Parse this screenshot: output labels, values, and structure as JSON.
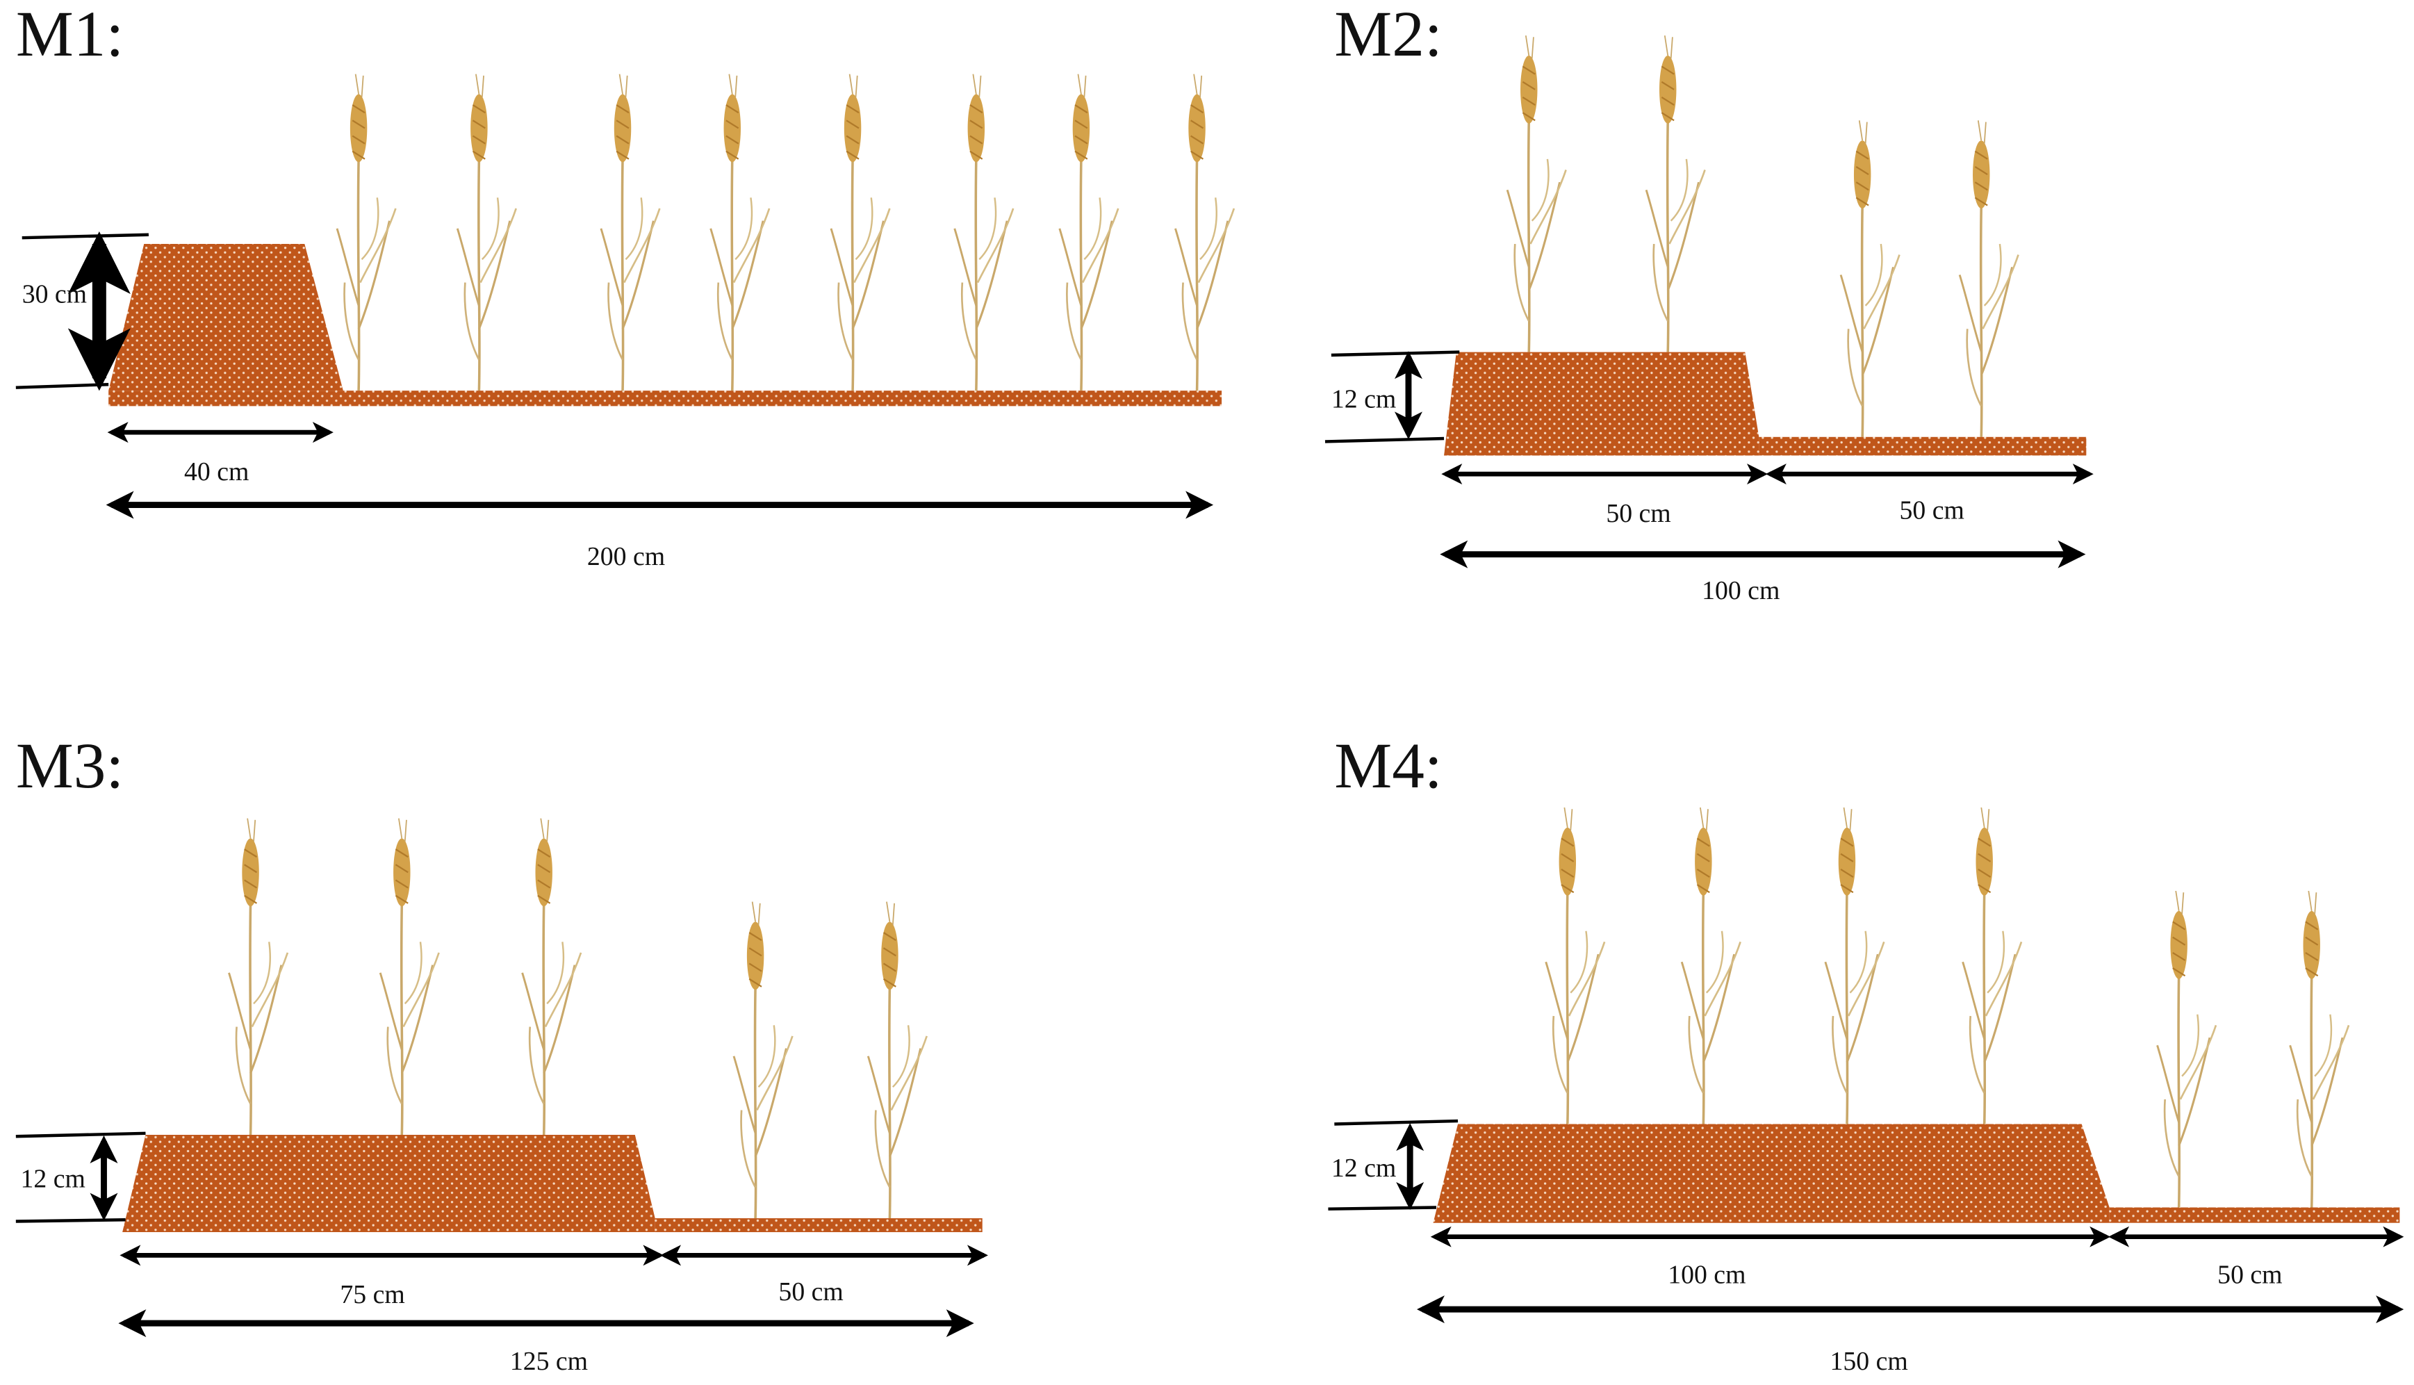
{
  "panels": [
    {
      "id": "M1",
      "title": "M1:",
      "height_label": "30 cm",
      "segment_labels": [
        "40 cm"
      ],
      "total_label": "200 cm",
      "raised_bed_plants": 0,
      "flat_plants": 8
    },
    {
      "id": "M2",
      "title": "M2:",
      "height_label": "12 cm",
      "segment_labels": [
        "50 cm",
        "50 cm"
      ],
      "total_label": "100 cm",
      "raised_bed_plants": 2,
      "flat_plants": 2
    },
    {
      "id": "M3",
      "title": "M3:",
      "height_label": "12 cm",
      "segment_labels": [
        "75 cm",
        "50 cm"
      ],
      "total_label": "125 cm",
      "raised_bed_plants": 3,
      "flat_plants": 2
    },
    {
      "id": "M4",
      "title": "M4:",
      "height_label": "12 cm",
      "segment_labels": [
        "100 cm",
        "50 cm"
      ],
      "total_label": "150 cm",
      "raised_bed_plants": 4,
      "flat_plants": 2
    }
  ],
  "colors": {
    "soil": "#c0561a",
    "soil_dots": "#f6d9c2",
    "wheat_ear": "#d4a24a",
    "wheat_ear_dark": "#b07a2a",
    "wheat_stem": "#c9a86a",
    "arrow": "#000000"
  },
  "icons": {
    "plant": "wheat-plant-icon"
  }
}
